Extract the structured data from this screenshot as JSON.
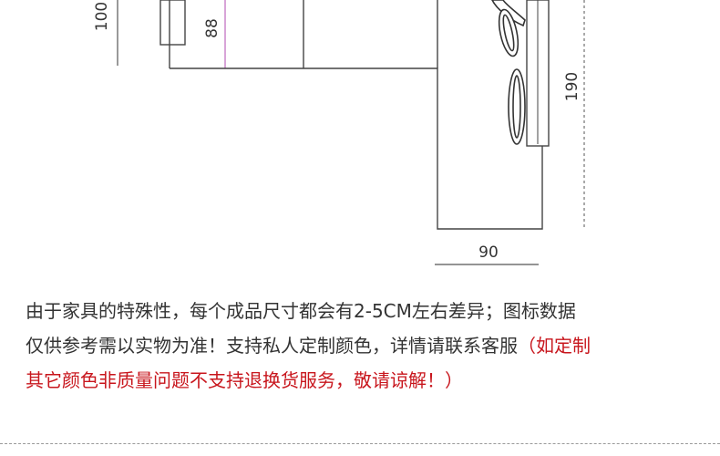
{
  "dimensions": {
    "height_total": "100",
    "seat_height": "88",
    "depth": "190",
    "width": "90"
  },
  "notes": {
    "line1": "由于家具的特殊性，每个成品尺寸都会有2-5CM左右差异；图标数据",
    "line2_main": "仅供参考需以实物为准！支持私人定制颜色，详情请联系客服",
    "line2_red": "（如定制",
    "line3_red": "其它颜色非质量问题不支持退换货服务，敬请谅解！）"
  },
  "colors": {
    "text": "#333333",
    "accent_red": "#c8161d",
    "line": "#444444",
    "marker": "#b04ab0"
  }
}
